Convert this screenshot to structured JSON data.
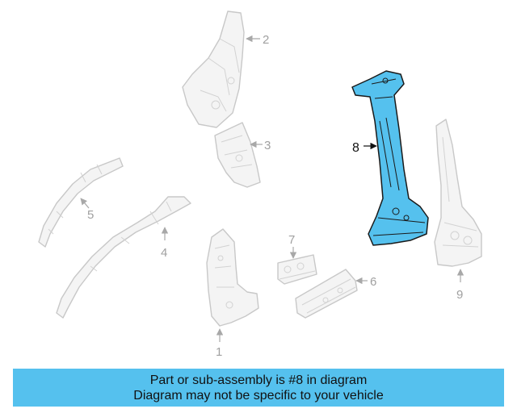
{
  "callouts": {
    "c1": "1",
    "c2": "2",
    "c3": "3",
    "c4": "4",
    "c5": "5",
    "c6": "6",
    "c7": "7",
    "c8": "8",
    "c9": "9"
  },
  "banner": {
    "line1": "Part or sub-assembly is #8 in diagram",
    "line2": "Diagram may not be specific to your vehicle"
  },
  "colors": {
    "highlight": "#55c1ee",
    "banner": "#55c1ee",
    "ghost": "#c8c8c8"
  }
}
